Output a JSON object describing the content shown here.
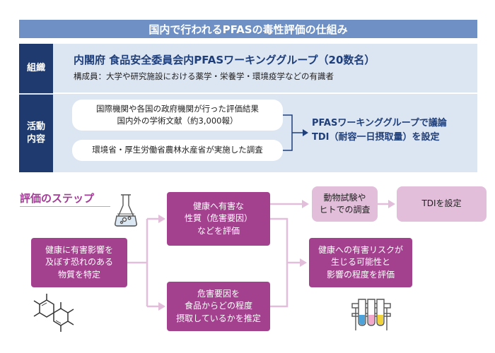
{
  "title": "国内で行われるPFASの毒性評価の仕組み",
  "organization": {
    "label": "組織",
    "name": "内閣府 食品安全委員会内PFASワーキンググループ（20数名）",
    "members": "構成員：大学や研究施設における薬学・栄養学・環境疫学などの有識者"
  },
  "activities": {
    "label_line1": "活動",
    "label_line2": "内容",
    "input1_line1": "国際機関や各国の政府機関が行った評価結果",
    "input1_line2": "国内外の学術文献（約3,000報）",
    "input2": "環境省・厚生労働省農林水産省が実施した調査",
    "result_line1": "PFASワーキンググループで議論",
    "result_line2": "TDI（耐容一日摂取量）を設定"
  },
  "steps": {
    "heading": "評価のステップ",
    "identify": [
      "健康に有害影響を",
      "及ぼす恐れのある",
      "物質を特定"
    ],
    "hazard": [
      "健康へ有害な",
      "性質（危害要因）",
      "などを評価"
    ],
    "intake": [
      "危害要因を",
      "食品からどの程度",
      "摂取しているかを推定"
    ],
    "animal": [
      "動物試験や",
      "ヒトでの調査"
    ],
    "tdi": "TDIを設定",
    "risk": [
      "健康への有害リスクが",
      "生じる可能性と",
      "影響の程度を評価"
    ]
  },
  "colors": {
    "title_bar": "#6e90c4",
    "label_navy": "#1e3a6e",
    "table_bg": "#dce5f2",
    "accent_purple": "#a4418f",
    "light_purple": "#e3bedb"
  },
  "icons": [
    "flask-icon",
    "molecule-icon",
    "test-tubes-icon"
  ]
}
